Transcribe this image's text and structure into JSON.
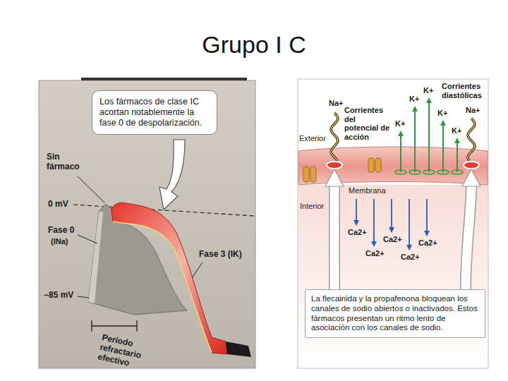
{
  "diagram": {
    "title": "Grupo I C",
    "nodes": [
      {
        "text": [
          "Los fármacos de clase IC acortan notablemente la fase 0 de despolarización."
        ]
      },
      {
        "text": [
          "La flecainida y la propafenona bloquean los canales de sodio abiertos o inactivados. Estos fármacos presentan un ritmo lento de asociación con los canales de sodio."
        ]
      }
    ],
    "labels": [
      "Sin fármaco",
      "0 mV",
      "Fase 0",
      "(INa)",
      "Fase 3 (IK)",
      "−85 mV",
      "Período refractario efectivo",
      "Na+",
      "K+",
      "K+",
      "K+",
      "K+",
      "K+",
      "Corrientes del potencial de acción",
      "Corrientes diastólicas",
      "Na+",
      "Exterior",
      "Membrana",
      "Interior",
      "Ca2+",
      "Ca2+",
      "Ca2+",
      "Ca2+",
      "Ca2+"
    ]
  }
}
